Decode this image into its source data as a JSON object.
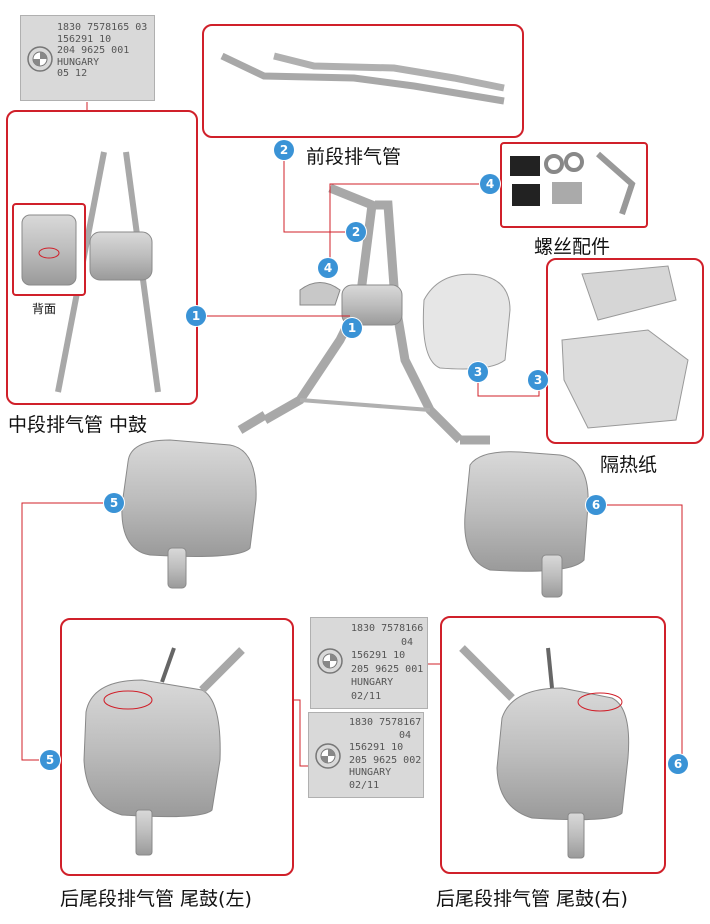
{
  "labels": {
    "front_pipe": "前段排气管",
    "mid_pipe": "中段排气管 中鼓",
    "back_side": "背面",
    "screws": "螺丝配件",
    "heat_shield": "隔热纸",
    "rear_left": "后尾段排气管 尾鼓(左)",
    "rear_right": "后尾段排气管 尾鼓(右)"
  },
  "badges": [
    "1",
    "2",
    "3",
    "4",
    "5",
    "6"
  ],
  "stamps": {
    "mid": [
      "1830 7578165 03",
      "156291 10",
      "204 9625 001",
      "HUNGARY",
      "05 12"
    ],
    "rear_right": [
      "1830 7578166",
      "04",
      "156291 10",
      "205 9625 001",
      "HUNGARY",
      "02/11"
    ],
    "rear_left": [
      "1830 7578167",
      "04",
      "156291 10",
      "205 9625 002",
      "HUNGARY",
      "02/11"
    ]
  },
  "colors": {
    "frame": "#d0202a",
    "badge": "#3a93d6",
    "metal": "#b8b8b8"
  }
}
